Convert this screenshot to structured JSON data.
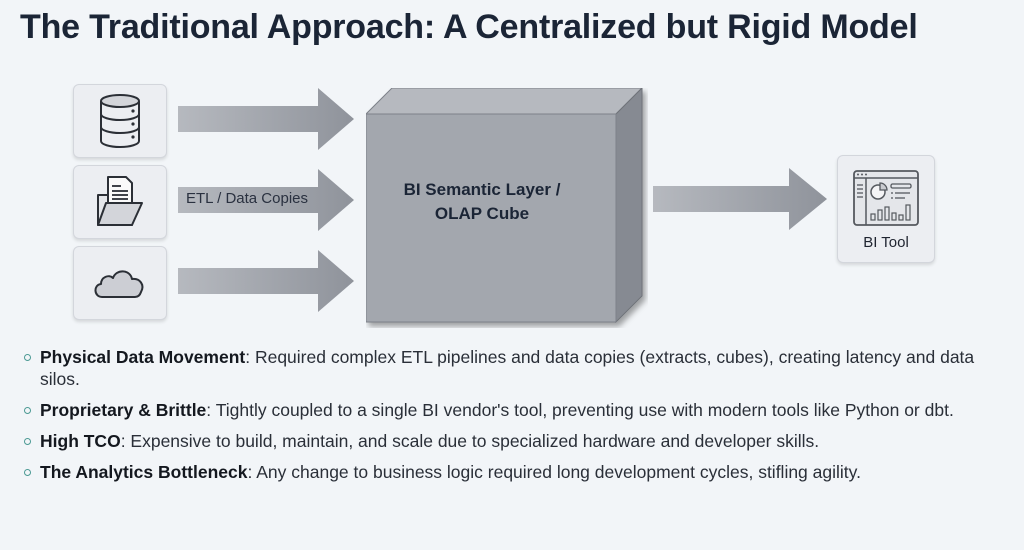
{
  "title": "The Traditional Approach: A Centralized but Rigid Model",
  "diagram": {
    "sources": [
      {
        "icon": "database-icon"
      },
      {
        "icon": "folder-document-icon"
      },
      {
        "icon": "cloud-icon"
      }
    ],
    "etl_label": "ETL / Data Copies",
    "cube_label_line1": "BI Semantic Layer /",
    "cube_label_line2": "OLAP Cube",
    "target": {
      "icon": "dashboard-icon",
      "label": "BI Tool"
    }
  },
  "colors": {
    "background": "#f2f5f8",
    "cube_front": "#a3a7ae",
    "arrow": "#9a9ea6",
    "bullet_accent": "#4c9a94",
    "title": "#1b2536"
  },
  "bullets": [
    {
      "term": "Physical Data Movement",
      "text": ": Required complex ETL pipelines and data copies (extracts, cubes), creating latency and data silos."
    },
    {
      "term": "Proprietary & Brittle",
      "text": ": Tightly coupled to a single BI vendor's tool, preventing use with modern tools like Python or dbt."
    },
    {
      "term": "High TCO",
      "text": ": Expensive to build, maintain, and scale due to specialized hardware and developer skills."
    },
    {
      "term": "The Analytics Bottleneck",
      "text": ": Any change to business logic required long development cycles, stifling agility."
    }
  ]
}
